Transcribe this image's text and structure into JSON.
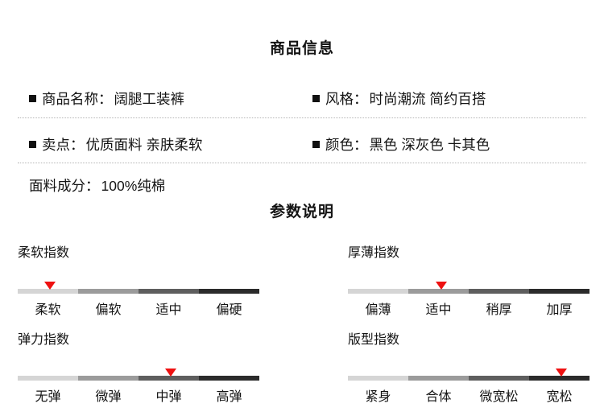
{
  "product_info": {
    "heading": "商品信息",
    "rows": [
      {
        "left": {
          "bullet": true,
          "key": "商品名称：",
          "value": "阔腿工装裤"
        },
        "right": {
          "bullet": true,
          "key": "风格：",
          "value": "时尚潮流 简约百搭"
        }
      },
      {
        "left": {
          "bullet": true,
          "key": "卖点：",
          "value": "优质面料 亲肤柔软"
        },
        "right": {
          "bullet": true,
          "key": "颜色：",
          "value": "黑色 深灰色 卡其色"
        }
      },
      {
        "left": {
          "bullet": false,
          "key": "面料成分：",
          "value": "100%纯棉"
        },
        "right": {
          "bullet": false,
          "key": "",
          "value": ""
        }
      }
    ]
  },
  "params": {
    "heading": "参数说明",
    "meters": [
      {
        "id": "softness",
        "title": "柔软指数",
        "labels": [
          "柔软",
          "偏软",
          "适中",
          "偏硬"
        ],
        "selected_index": 0,
        "selected_label": "柔软",
        "marker_percent": 13.3
      },
      {
        "id": "thickness",
        "title": "厚薄指数",
        "labels": [
          "偏薄",
          "适中",
          "稍厚",
          "加厚"
        ],
        "selected_index": 1,
        "selected_label": "适中",
        "marker_percent": 38.7
      },
      {
        "id": "elastic",
        "title": "弹力指数",
        "labels": [
          "无弹",
          "微弹",
          "中弹",
          "高弹"
        ],
        "selected_index": 2,
        "selected_label": "中弹",
        "marker_percent": 63.3
      },
      {
        "id": "fit",
        "title": "版型指数",
        "labels": [
          "紧身",
          "合体",
          "微宽松",
          "宽松"
        ],
        "selected_index": 3,
        "selected_label": "宽松",
        "marker_percent": 88.3
      }
    ]
  },
  "colors": {
    "marker": "#ee1111",
    "text": "#141414",
    "segments": [
      "#d5d5d5",
      "#9b9b9b",
      "#5e5e5e",
      "#2b2b2b"
    ],
    "separator": "#b4b4b4"
  }
}
